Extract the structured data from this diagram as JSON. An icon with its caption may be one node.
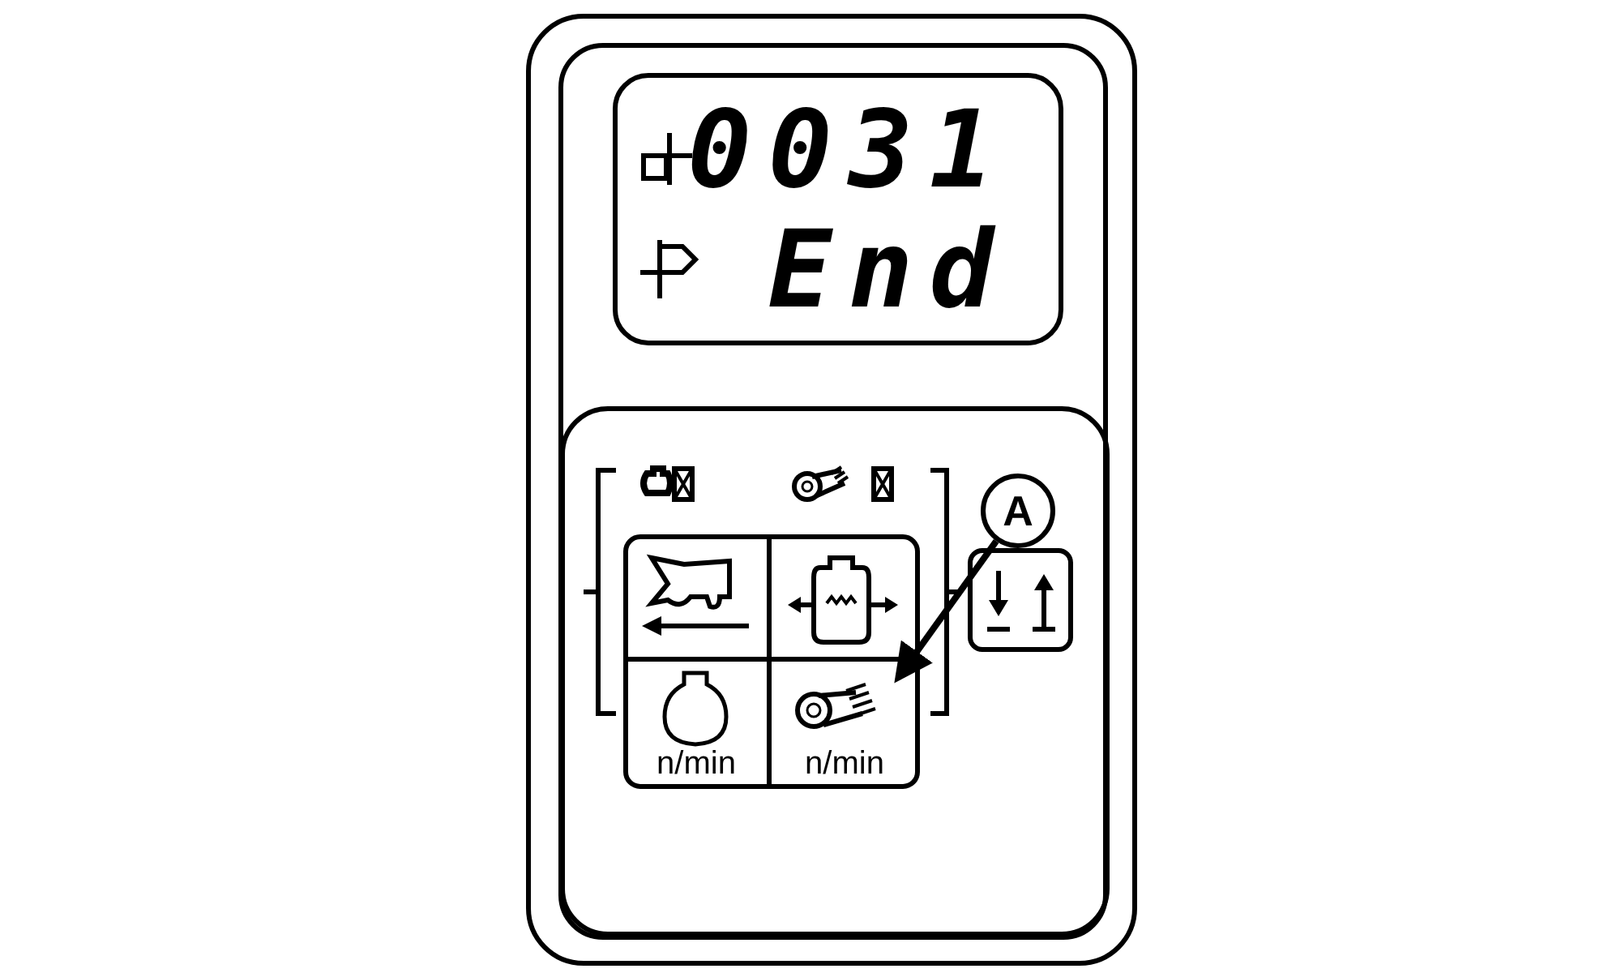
{
  "diagram": {
    "nodes": [
      {
        "text": [
          "0031",
          "End"
        ]
      },
      {
        "text": [
          "n/min"
        ]
      },
      {
        "text": [
          "n/min"
        ]
      },
      {
        "text": [
          "A"
        ]
      }
    ],
    "edges": [
      {
        "from": 3,
        "to": 2,
        "arrow": "to"
      }
    ]
  }
}
